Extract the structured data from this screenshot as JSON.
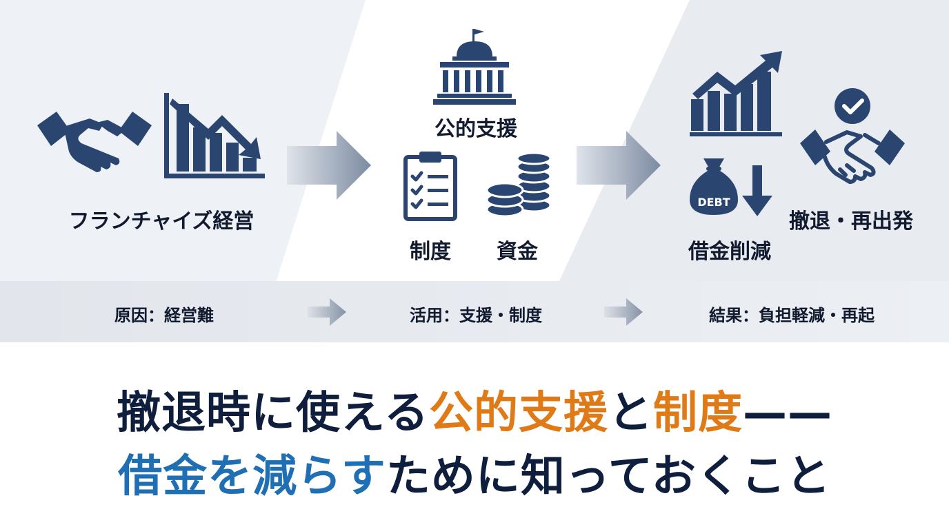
{
  "colors": {
    "navy": "#2a4570",
    "orange": "#e07a16",
    "blue": "#1f6fb4",
    "dark_text": "#0f1e3d"
  },
  "stages": [
    {
      "label": "フランチャイズ経営",
      "icons": [
        "handshake-icon",
        "declining-bar-chart-icon"
      ],
      "band_text": "原因：経営難"
    },
    {
      "label": "公的支援",
      "icons": [
        "government-building-icon",
        "checklist-icon",
        "coin-stack-icon"
      ],
      "sub_labels": [
        "制度",
        "資金"
      ],
      "band_text": "活用：支援・制度"
    },
    {
      "label": "借金削減",
      "icons": [
        "rising-bar-chart-icon",
        "debt-bag-icon",
        "down-arrow-icon",
        "approved-handshake-icon"
      ],
      "debt_tag": "DEBT",
      "secondary_label": "撤退・再出発",
      "band_text": "結果：負担軽減・再起"
    }
  ],
  "headline": {
    "line1": [
      {
        "text": "撤退時に使える",
        "tone": "dark"
      },
      {
        "text": "公的支援",
        "tone": "orange"
      },
      {
        "text": "と",
        "tone": "dark"
      },
      {
        "text": "制度",
        "tone": "orange"
      },
      {
        "text": "——",
        "tone": "dark"
      }
    ],
    "line2": [
      {
        "text": "借金を減らす",
        "tone": "blue"
      },
      {
        "text": "ために知っておくこと",
        "tone": "dark"
      }
    ]
  }
}
